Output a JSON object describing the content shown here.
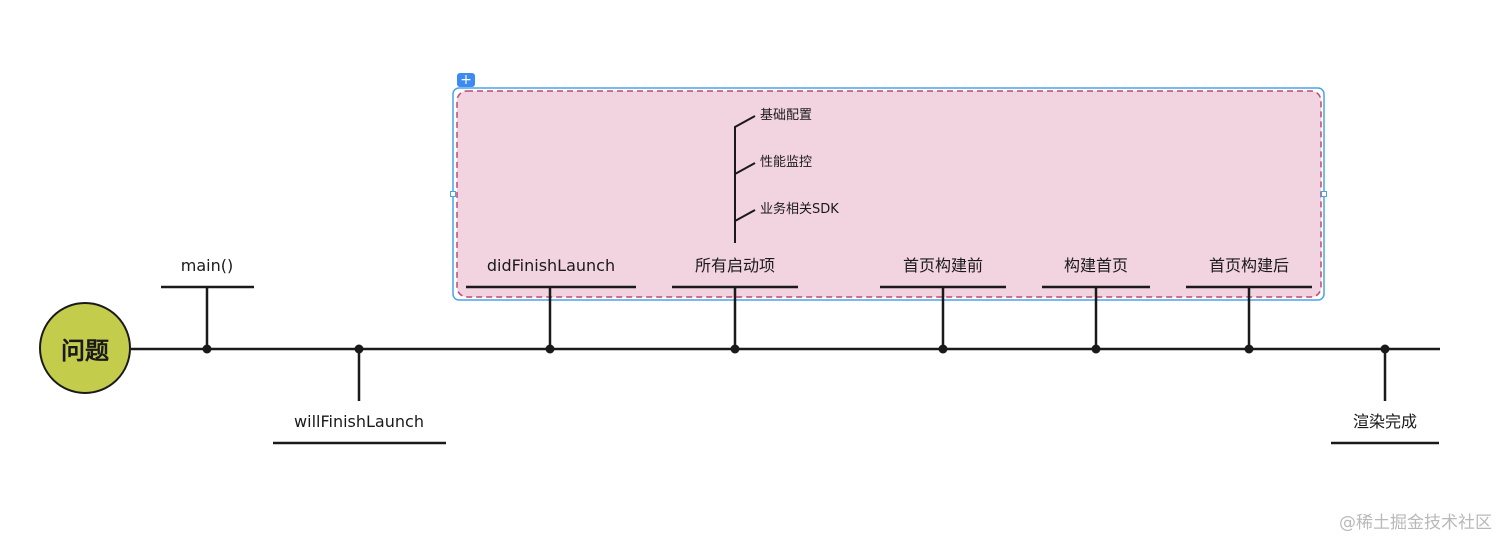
{
  "center": {
    "label": "问题",
    "color": "#c4cc4b"
  },
  "nodes": {
    "main": "main()",
    "will_finish": "willFinishLaunch",
    "did_finish": "didFinishLaunch",
    "all_items": "所有启动项",
    "before_home": "首页构建前",
    "build_home": "构建首页",
    "after_home": "首页构建后",
    "render_done": "渲染完成"
  },
  "sub_items": {
    "basic_config": "基础配置",
    "perf_monitor": "性能监控",
    "biz_sdk": "业务相关SDK"
  },
  "group": {
    "fill": "#f2d3e0",
    "border": "#c0477a",
    "select_color": "#4aa3e8",
    "plus_label": "+"
  },
  "watermark": "@稀土掘金技术社区"
}
